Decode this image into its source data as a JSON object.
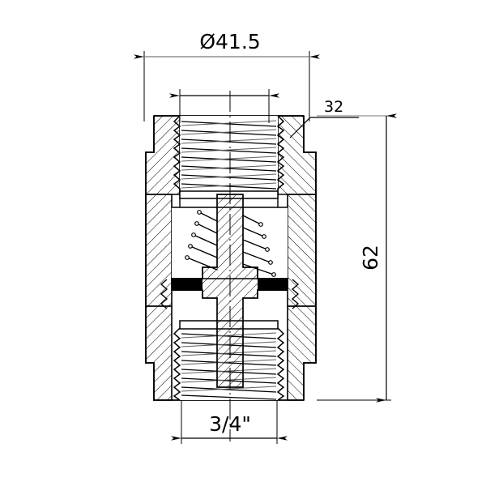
{
  "drawing": {
    "title": "Spring check valve cross-section drawing",
    "background_color": "#ffffff",
    "line_color": "#000000",
    "seal_color": "#000000",
    "thin_line_color": "#7a7a7a"
  },
  "dimensions": {
    "outer_diameter": {
      "label": "Ø41.5",
      "name": "outer-diameter-dimension",
      "orientation": "horizontal",
      "position": "top"
    },
    "bore_callout": {
      "label": "32",
      "name": "bore-callout-dimension",
      "orientation": "horizontal-leader",
      "position": "top-right"
    },
    "overall_height": {
      "label": "62",
      "name": "overall-height-dimension",
      "orientation": "vertical-rotated",
      "position": "right"
    },
    "thread_size": {
      "label": "3/4\"",
      "name": "thread-size-dimension",
      "orientation": "horizontal",
      "position": "bottom"
    },
    "inner_span": {
      "label": "",
      "name": "inner-span-dimension",
      "orientation": "horizontal",
      "position": "top-inner"
    }
  },
  "components": [
    {
      "name": "valve-body",
      "label": "Valve body"
    },
    {
      "name": "upper-internal-thread",
      "label": "Upper internal thread"
    },
    {
      "name": "lower-internal-thread",
      "label": "Lower internal thread"
    },
    {
      "name": "conical-spring",
      "label": "Conical spring"
    },
    {
      "name": "valve-stem",
      "label": "Valve stem"
    },
    {
      "name": "seal-ring-left",
      "label": "Seal ring left"
    },
    {
      "name": "seal-ring-right",
      "label": "Seal ring right"
    },
    {
      "name": "centerline",
      "label": "Center line"
    }
  ]
}
